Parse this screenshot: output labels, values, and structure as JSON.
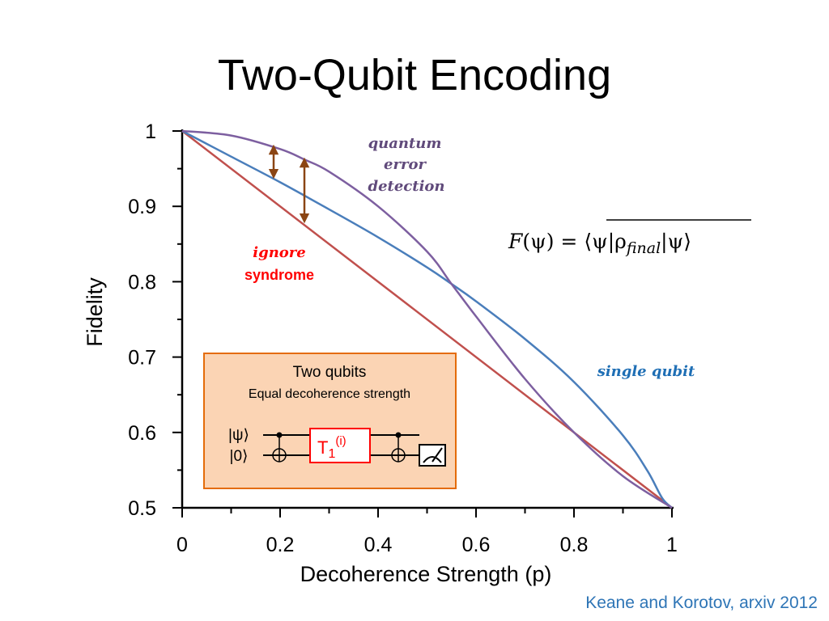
{
  "slide": {
    "title": "Two-Qubit Encoding",
    "citation": "Keane and Korotov, arxiv 2012"
  },
  "colors": {
    "single_qubit": "#4a7ebb",
    "qed": "#7d5fa0",
    "ignore": "#c0504d",
    "arrow": "#8b4513",
    "inset_fill": "#fbd4b4",
    "inset_border": "#e46c0a",
    "gate_border": "#ff0000",
    "ignore_label": "#ff0000",
    "qed_label": "#604a7b",
    "single_label": "#1f6fb5"
  },
  "annotations": {
    "qed_line1": "quantum",
    "qed_line2": "error",
    "qed_line3": "detection",
    "ignore_line1": "ignore",
    "ignore_line2": "syndrome",
    "single": "single qubit"
  },
  "formula": {
    "lhs": "F",
    "psi": "ψ",
    "rho": "ρ",
    "subscript": "final"
  },
  "inset": {
    "title": "Two qubits",
    "subtitle": "Equal decoherence strength",
    "ket_psi": "|ψ⟩",
    "ket_zero": "|0⟩",
    "gate": "T",
    "gate_sub": "1",
    "gate_sup": "(i)"
  },
  "chart_data": {
    "type": "line",
    "xlabel": "Decoherence Strength (p)",
    "ylabel": "Fidelity",
    "xlim": [
      0,
      1
    ],
    "ylim": [
      0.5,
      1
    ],
    "xticks": [
      "0",
      "0.2",
      "0.4",
      "0.6",
      "0.8",
      "1"
    ],
    "yticks": [
      "0.5",
      "0.6",
      "0.7",
      "0.8",
      "0.9",
      "1"
    ],
    "grid": false,
    "series": [
      {
        "key": "single",
        "x": [
          0,
          0.1,
          0.2,
          0.3,
          0.4,
          0.5,
          0.55,
          0.6,
          0.7,
          0.8,
          0.9,
          0.95,
          0.98,
          1.0
        ],
        "values": [
          1.0,
          0.966,
          0.932,
          0.896,
          0.859,
          0.819,
          0.797,
          0.774,
          0.724,
          0.667,
          0.596,
          0.549,
          0.513,
          0.5
        ]
      },
      {
        "key": "qed",
        "x": [
          0,
          0.1,
          0.2,
          0.25,
          0.3,
          0.4,
          0.5,
          0.55,
          0.6,
          0.7,
          0.8,
          0.9,
          1.0
        ],
        "values": [
          1.0,
          0.994,
          0.976,
          0.962,
          0.946,
          0.9,
          0.84,
          0.797,
          0.754,
          0.671,
          0.6,
          0.542,
          0.5
        ]
      },
      {
        "key": "ignore",
        "x": [
          0,
          1
        ],
        "values": [
          1.0,
          0.5
        ]
      }
    ]
  }
}
